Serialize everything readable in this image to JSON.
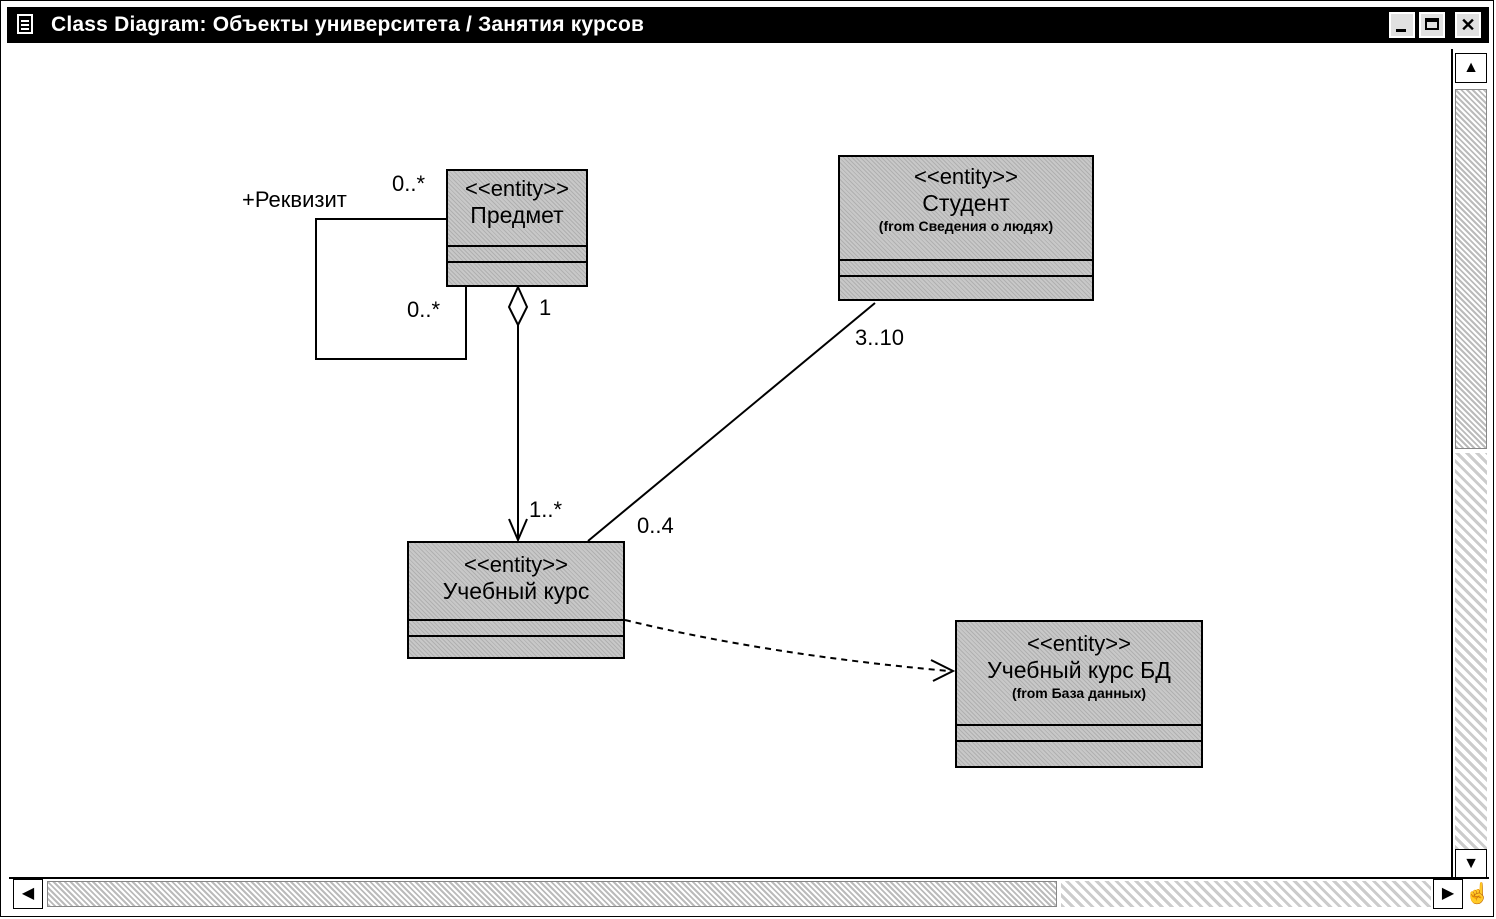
{
  "window": {
    "title": "Class Diagram: Объекты университета / Занятия курсов",
    "controls": [
      "minimize",
      "maximize",
      "close"
    ]
  },
  "classes": {
    "predmet": {
      "stereotype": "<<entity>>",
      "name": "Предмет"
    },
    "student": {
      "stereotype": "<<entity>>",
      "name": "Студент",
      "from": "(from Сведения о людях)"
    },
    "kurs": {
      "stereotype": "<<entity>>",
      "name": "Учебный курс"
    },
    "kurs_bd": {
      "stereotype": "<<entity>>",
      "name": "Учебный курс БД",
      "from": "(from База данных)"
    }
  },
  "associations": {
    "self_role": "+Реквизит",
    "self_mult_top": "0..*",
    "self_mult_bottom": "0..*",
    "aggregation_mult_whole": "1",
    "aggregation_mult_part": "1..*",
    "student_mult": "3..10",
    "kurs_mult": "0..4"
  },
  "dependency": {
    "from": "Учебный курс",
    "to": "Учебный курс БД",
    "style": "dashed"
  },
  "icons": {
    "window_icon": "document-icon",
    "scroll_up": "arrow-up-icon",
    "scroll_down": "arrow-down-icon",
    "scroll_left": "arrow-left-icon",
    "scroll_right": "arrow-right-icon",
    "hand": "hand-pointer-icon"
  }
}
